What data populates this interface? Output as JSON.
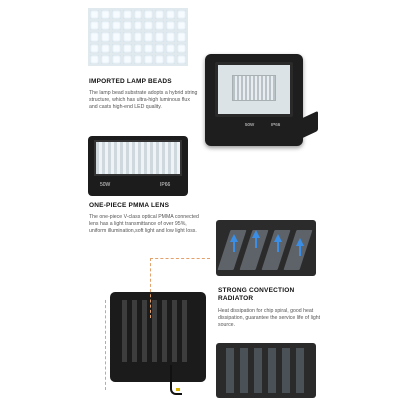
{
  "sections": [
    {
      "title": "IMPORTED LAMP BEADS",
      "description": "The lamp bead substrate adopts a hybrid string structure, which has ultra-high luminous flux and casts high-end LED quality."
    },
    {
      "title": "ONE-PIECE PMMA LENS",
      "description": "The one-piece V-class optical PMMA connected lens has a light transmittance of over 95%, uniform illumination,soft light and low light loss."
    },
    {
      "title": "STRONG CONVECTION RADIATOR",
      "description": "Heat dissipation for chip spiral, good heat dissipation, guarantee the service life of light source."
    }
  ],
  "product": {
    "wattage_label": "50W",
    "ip_label": "IP66"
  },
  "colors": {
    "accent_arrow": "#3b8ee6",
    "connector": "#e3a06a"
  }
}
